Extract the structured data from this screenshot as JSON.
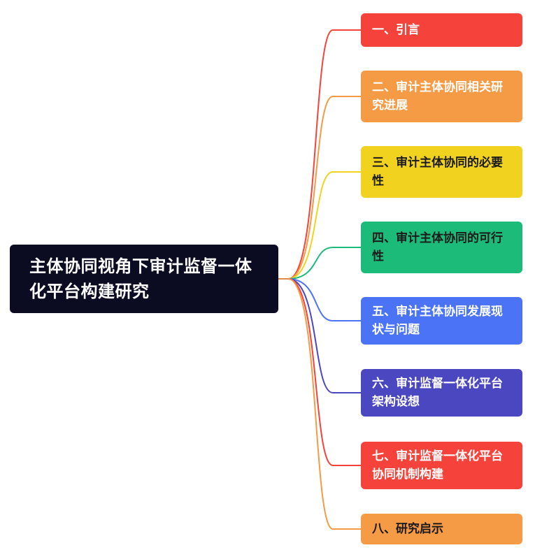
{
  "root": {
    "title": "主体协同视角下审计监督一体化平台构建研究",
    "color": "#0b0c22"
  },
  "branches": [
    {
      "label": "一、引言",
      "color": "#f5433b",
      "text_dark": false
    },
    {
      "label": "二、审计主体协同相关研究进展",
      "color": "#f59a45",
      "text_dark": false
    },
    {
      "label": "三、审计主体协同的必要性",
      "color": "#f1d31f",
      "text_dark": true
    },
    {
      "label": "四、审计主体协同的可行性",
      "color": "#1cbb7a",
      "text_dark": true
    },
    {
      "label": "五、审计主体协同发展现状与问题",
      "color": "#4a73f5",
      "text_dark": false
    },
    {
      "label": "六、审计监督一体化平台架构设想",
      "color": "#4b47c0",
      "text_dark": false
    },
    {
      "label": "七、审计监督一体化平台协同机制构建",
      "color": "#f5433b",
      "text_dark": false
    },
    {
      "label": "八、研究启示",
      "color": "#f59a45",
      "text_dark": true
    }
  ]
}
